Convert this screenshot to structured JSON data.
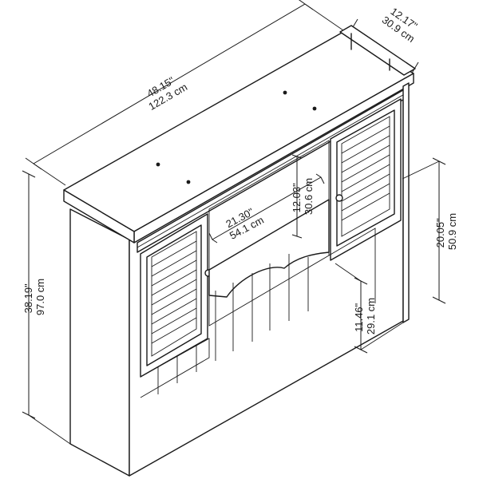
{
  "dimensions": {
    "width": {
      "imperial": "48.15\"",
      "metric": "122.3 cm"
    },
    "depth": {
      "imperial": "12.17\"",
      "metric": "30.9 cm"
    },
    "height": {
      "imperial": "38.19\"",
      "metric": "97.0 cm"
    },
    "inner_width": {
      "imperial": "21.30\"",
      "metric": "54.1 cm"
    },
    "inner_height": {
      "imperial": "12.03\"",
      "metric": "30.6 cm"
    },
    "door_height": {
      "imperial": "20.05\"",
      "metric": "50.9 cm"
    },
    "lower_clearance": {
      "imperial": "11.46\"",
      "metric": "29.1 cm"
    }
  }
}
